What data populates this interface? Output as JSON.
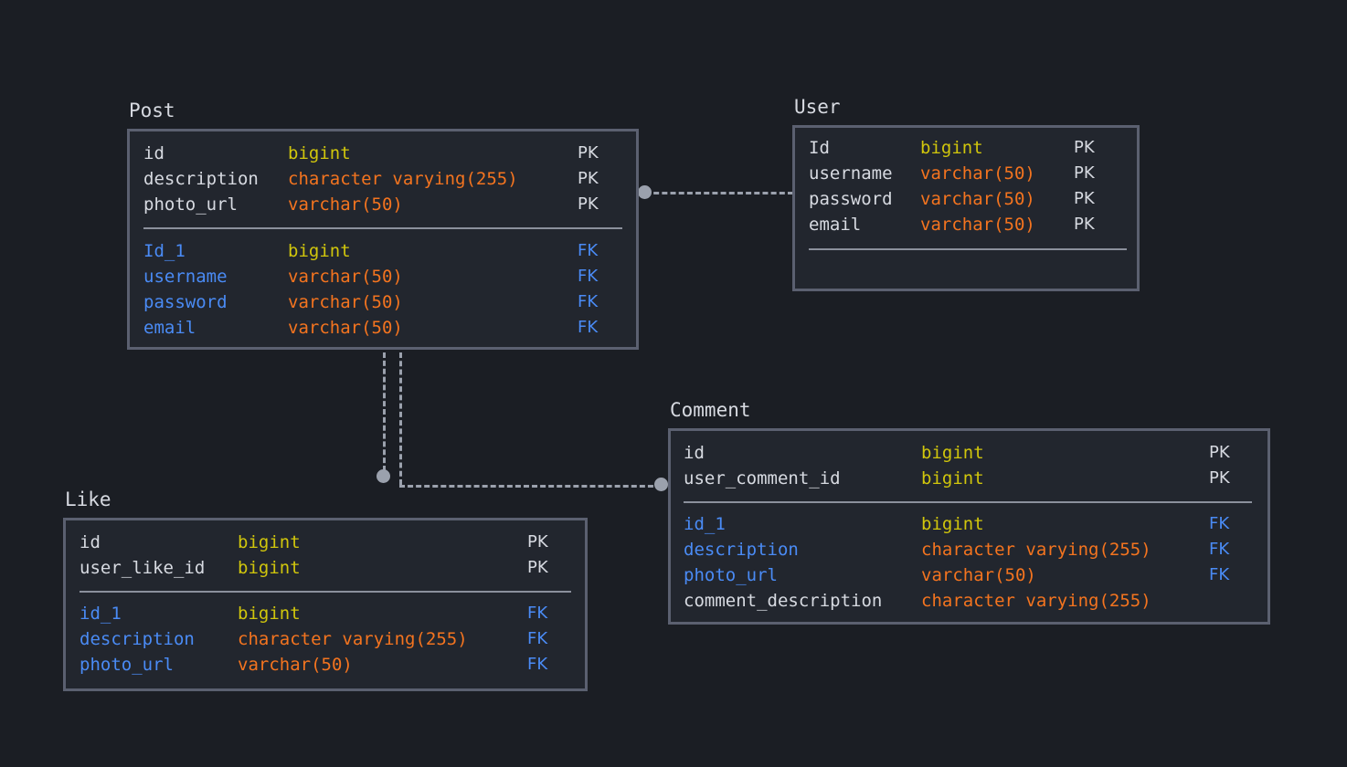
{
  "diagram": {
    "kind": "entity-relationship-diagram",
    "background_color": "#1b1e24",
    "colors": {
      "box_fill": "#22262e",
      "box_border": "#5b6070",
      "divider": "#8b909c",
      "title_text": "#d7dae1",
      "pk_name_text": "#d7dae1",
      "fk_name_text": "#4a8bf5",
      "type_bigint": "#d1c60c",
      "type_varchar": "#f4741f",
      "key_pk": "#d7dae1",
      "key_fk": "#4a8bf5",
      "connector": "#9ba1ad"
    }
  },
  "entities": {
    "post": {
      "title": "Post",
      "primary_fields": [
        {
          "name": "id",
          "type": "bigint",
          "key": "PK"
        },
        {
          "name": "description",
          "type": "character varying(255)",
          "key": "PK"
        },
        {
          "name": "photo_url",
          "type": "varchar(50)",
          "key": "PK"
        }
      ],
      "foreign_fields": [
        {
          "name": "Id_1",
          "type": "bigint",
          "key": "FK"
        },
        {
          "name": "username",
          "type": "varchar(50)",
          "key": "FK"
        },
        {
          "name": "password",
          "type": "varchar(50)",
          "key": "FK"
        },
        {
          "name": "email",
          "type": "varchar(50)",
          "key": "FK"
        }
      ]
    },
    "user": {
      "title": "User",
      "primary_fields": [
        {
          "name": "Id",
          "type": "bigint",
          "key": "PK"
        },
        {
          "name": "username",
          "type": "varchar(50)",
          "key": "PK"
        },
        {
          "name": "password",
          "type": "varchar(50)",
          "key": "PK"
        },
        {
          "name": "email",
          "type": "varchar(50)",
          "key": "PK"
        }
      ],
      "foreign_fields": []
    },
    "comment": {
      "title": "Comment",
      "primary_fields": [
        {
          "name": "id",
          "type": "bigint",
          "key": "PK"
        },
        {
          "name": "user_comment_id",
          "type": "bigint",
          "key": "PK"
        }
      ],
      "foreign_fields": [
        {
          "name": "id_1",
          "type": "bigint",
          "key": "FK"
        },
        {
          "name": "description",
          "type": "character varying(255)",
          "key": "FK"
        },
        {
          "name": "photo_url",
          "type": "varchar(50)",
          "key": "FK"
        },
        {
          "name": "comment_description",
          "type": "character varying(255)",
          "key": ""
        }
      ]
    },
    "like": {
      "title": "Like",
      "primary_fields": [
        {
          "name": "id",
          "type": "bigint",
          "key": "PK"
        },
        {
          "name": "user_like_id",
          "type": "bigint",
          "key": "PK"
        }
      ],
      "foreign_fields": [
        {
          "name": "id_1",
          "type": "bigint",
          "key": "FK"
        },
        {
          "name": "description",
          "type": "character varying(255)",
          "key": "FK"
        },
        {
          "name": "photo_url",
          "type": "varchar(50)",
          "key": "FK"
        }
      ]
    }
  },
  "relationships": [
    {
      "from": "post",
      "to": "user",
      "style": "dashed"
    },
    {
      "from": "post",
      "to": "comment",
      "style": "dashed"
    },
    {
      "from": "post",
      "to": "like",
      "style": "dashed"
    }
  ]
}
